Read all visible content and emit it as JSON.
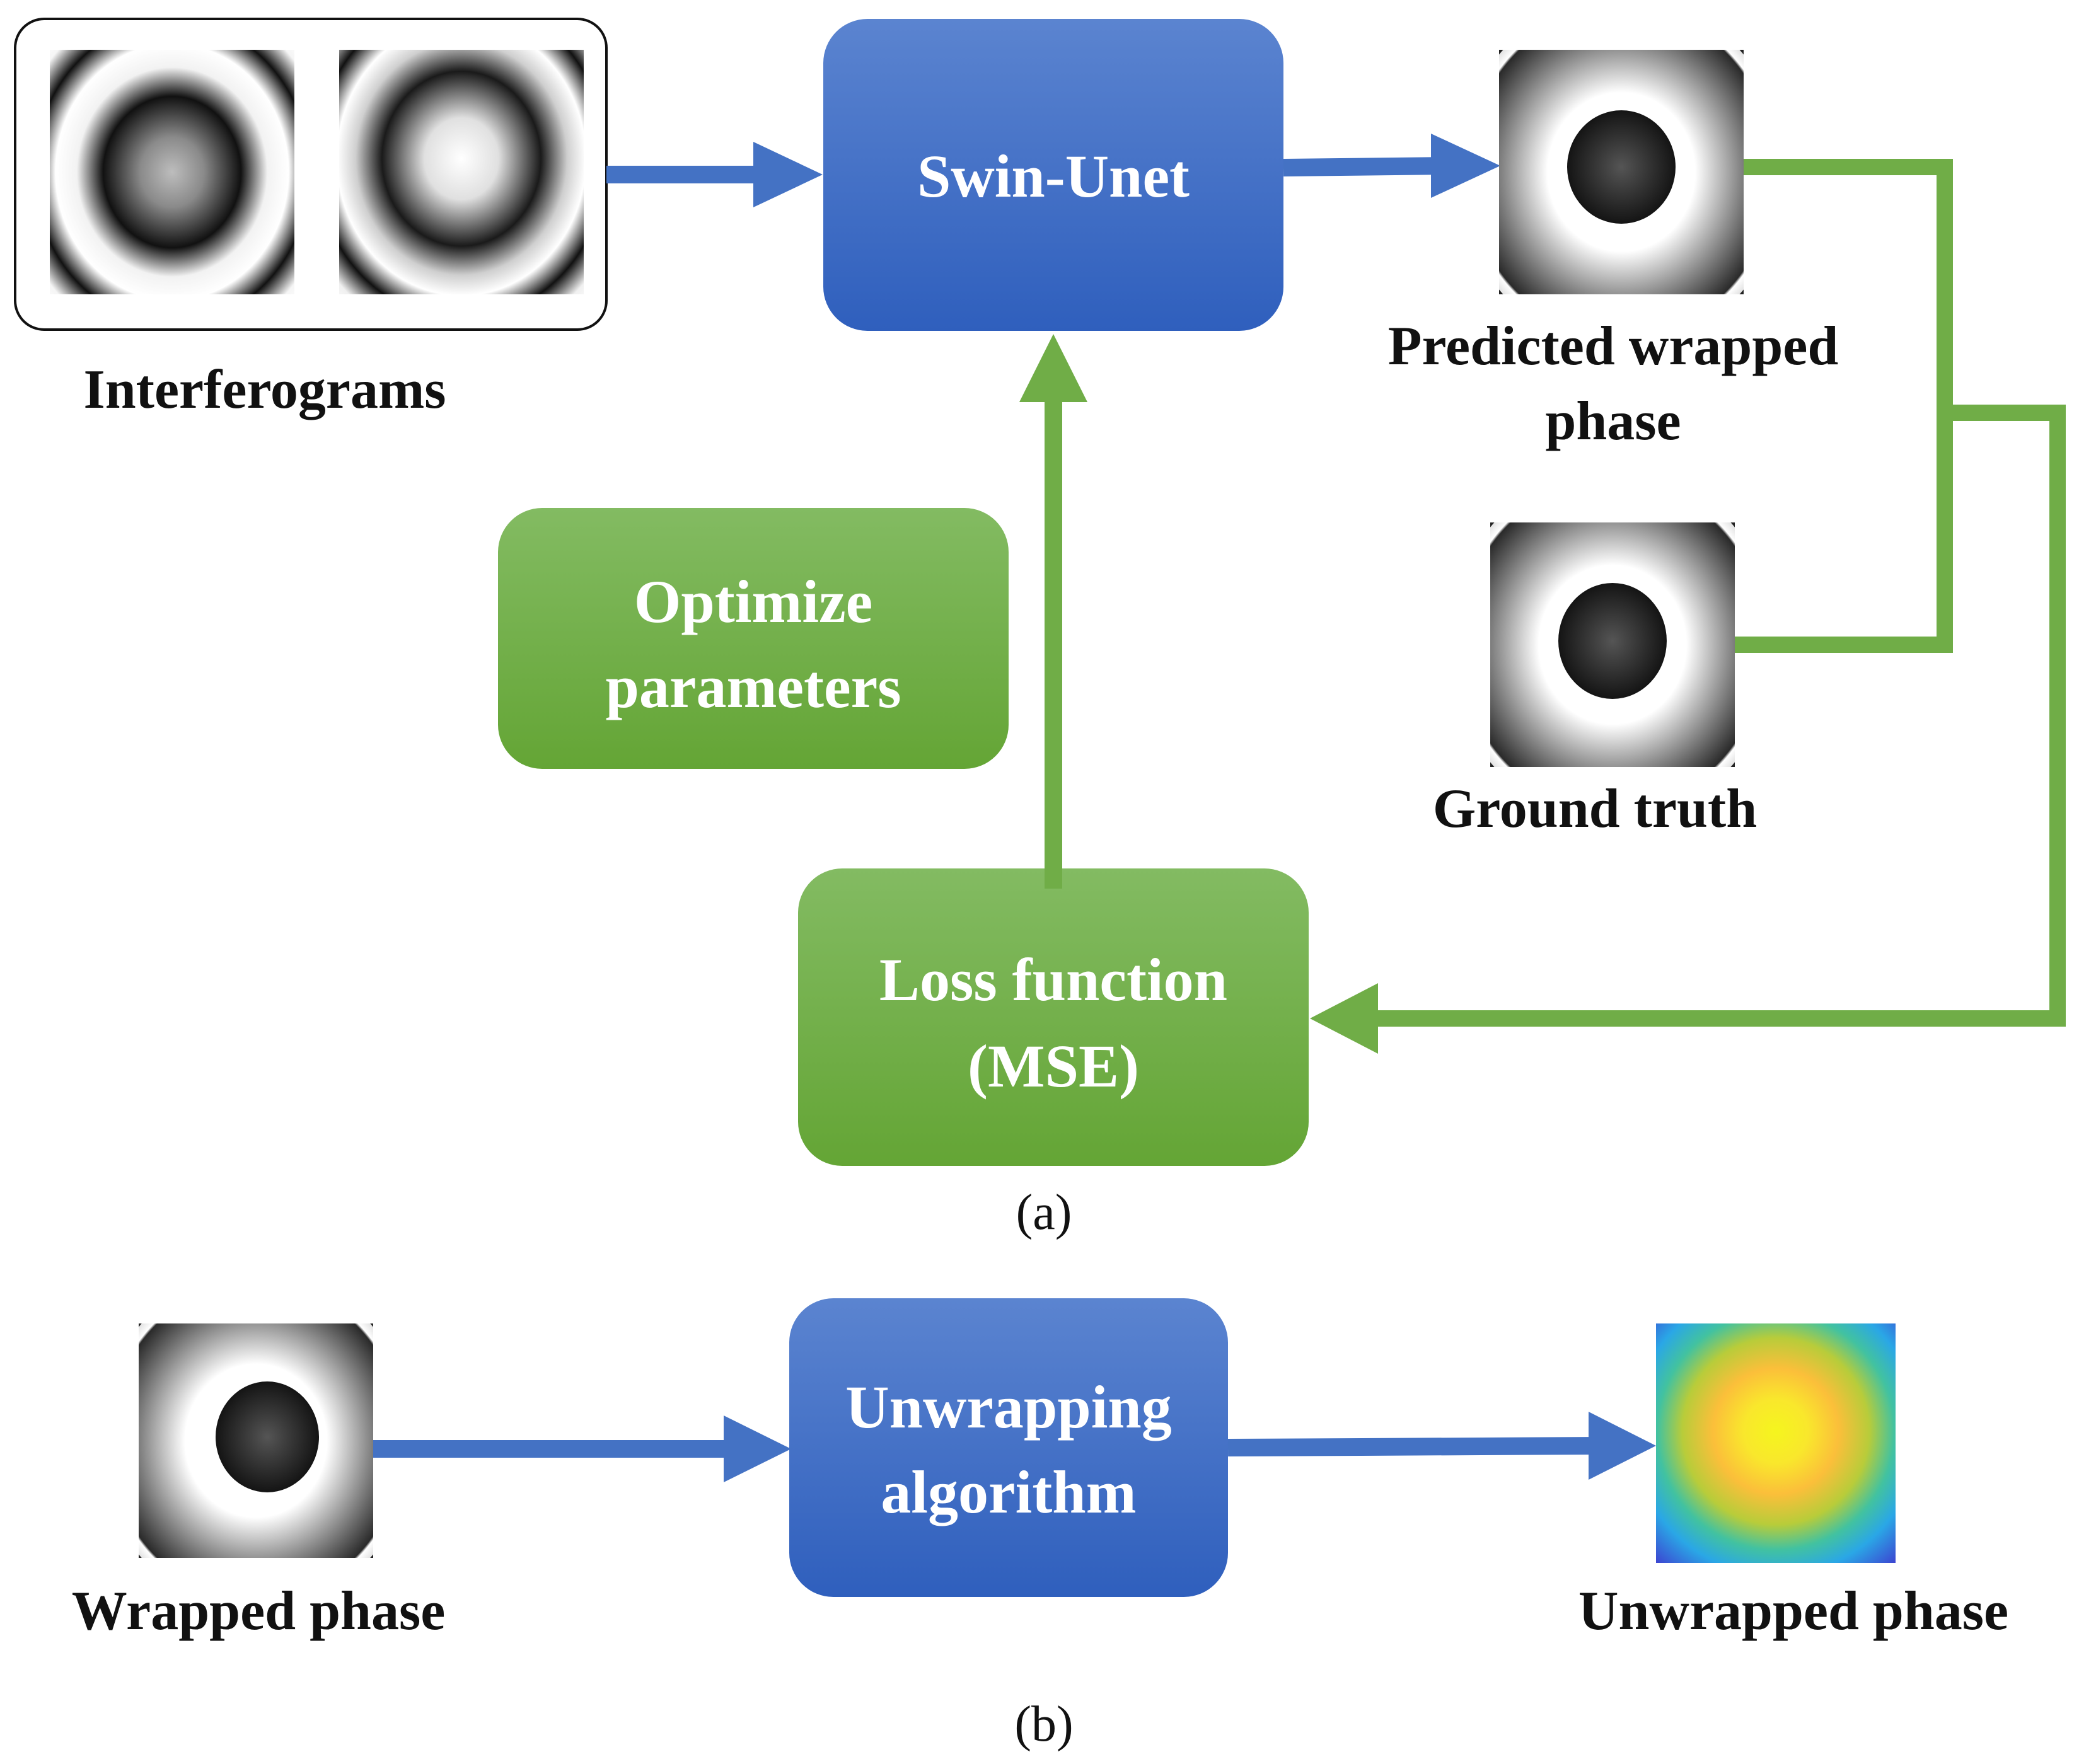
{
  "panel_a": {
    "caption": "(a)",
    "interferograms_label": "Interferograms",
    "swin_unet_label": "Swin-Unet",
    "predicted_label_line1": "Predicted wrapped",
    "predicted_label_line2": "phase",
    "ground_truth_label": "Ground truth",
    "optimize_line1": "Optimize",
    "optimize_line2": "parameters",
    "loss_line1": "Loss function",
    "loss_line2": "(MSE)"
  },
  "panel_b": {
    "caption": "(b)",
    "wrapped_label": "Wrapped phase",
    "unwrapping_line1": "Unwrapping",
    "unwrapping_line2": "algorithm",
    "unwrapped_label": "Unwrapped phase"
  },
  "colors": {
    "blue_box_top": "#5b84d0",
    "blue_box_bottom": "#2f5fbd",
    "green_box_top": "#83bb62",
    "green_box_bottom": "#64a535",
    "blue_arrow": "#4472c4",
    "green_arrow": "#70ad47"
  },
  "icons": {
    "interferogram_1": "interferogram-rings",
    "interferogram_2": "interferogram-rings",
    "predicted_phase": "wrapped-phase-rings",
    "ground_truth_phase": "wrapped-phase-rings",
    "wrapped_phase": "wrapped-phase-rings",
    "unwrapped_phase": "colormap-gradient"
  }
}
